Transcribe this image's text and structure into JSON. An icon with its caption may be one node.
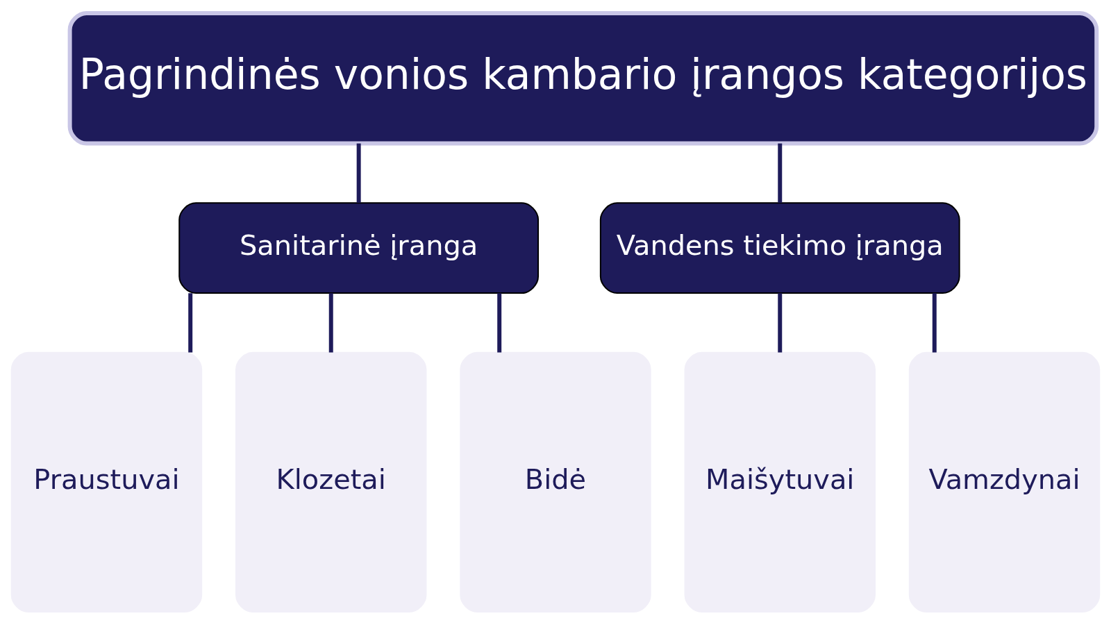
{
  "diagram": {
    "nodes": [
      {
        "text": [
          "Pagrindinės vonios kambario įrangos kategorijos"
        ]
      },
      {
        "text": [
          "Sanitarinė įranga"
        ]
      },
      {
        "text": [
          "Vandens tiekimo įranga"
        ]
      },
      {
        "text": [
          "Praustuvai"
        ]
      },
      {
        "text": [
          "Klozetai"
        ]
      },
      {
        "text": [
          "Bidė"
        ]
      },
      {
        "text": [
          "Maišytuvai"
        ]
      },
      {
        "text": [
          "Vamzdynai"
        ]
      }
    ],
    "edges": [
      {
        "from": 0,
        "to": 1,
        "arrow": "none"
      },
      {
        "from": 0,
        "to": 2,
        "arrow": "none"
      },
      {
        "from": 1,
        "to": 3,
        "arrow": "none"
      },
      {
        "from": 1,
        "to": 4,
        "arrow": "none"
      },
      {
        "from": 1,
        "to": 5,
        "arrow": "none"
      },
      {
        "from": 2,
        "to": 6,
        "arrow": "none"
      },
      {
        "from": 2,
        "to": 7,
        "arrow": "none"
      }
    ]
  }
}
